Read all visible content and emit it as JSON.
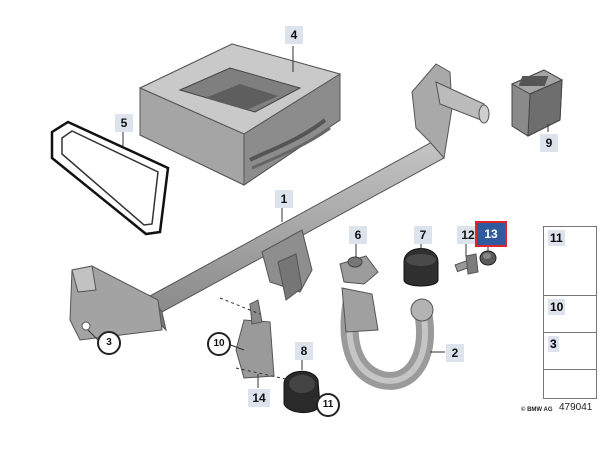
{
  "callouts": {
    "c1": "1",
    "c2": "2",
    "c3": "3",
    "c4": "4",
    "c5": "5",
    "c6": "6",
    "c7": "7",
    "c8": "8",
    "c9": "9",
    "c10": "10",
    "c11": "11",
    "c12": "12",
    "c13": "13",
    "c14": "14"
  },
  "side_panel": {
    "p11": "11",
    "p10": "10",
    "p3": "3"
  },
  "footer": {
    "copyright": "© BMW AG",
    "drawing_number": "479041"
  },
  "colors": {
    "part_gray": "#9a9a9a",
    "highlight_fill": "#2f5a9d",
    "highlight_border": "#e0242a",
    "label_bg": "#dde3ec"
  }
}
